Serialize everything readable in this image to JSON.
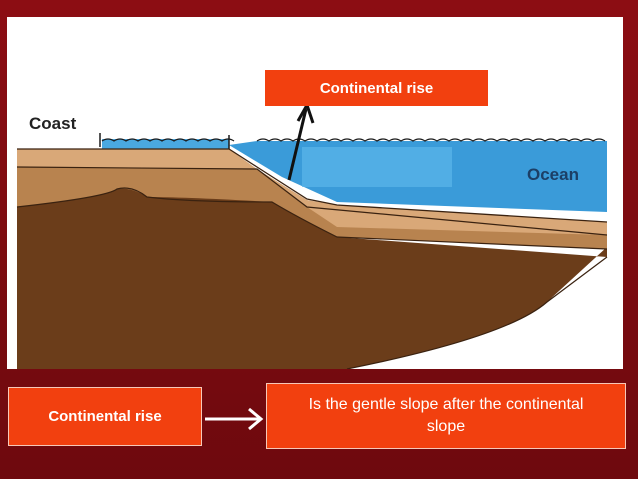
{
  "diagram": {
    "labels": {
      "coast": "Coast",
      "ocean": "Ocean",
      "pointer_label": "Continental rise"
    },
    "colors": {
      "water": "#3a9bd9",
      "sediment_light": "#d9a878",
      "sediment_mid": "#b8834f",
      "bedrock": "#6b3d1a",
      "label_bg": "#f2400f",
      "background": "#7a0a0f"
    }
  },
  "callout": {
    "term": "Continental rise",
    "definition": "Is the gentle slope after the continental slope"
  }
}
